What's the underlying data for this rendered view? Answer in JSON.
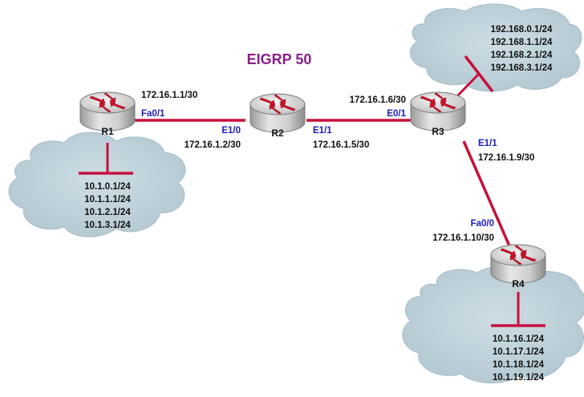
{
  "title": "EIGRP 50",
  "routers": {
    "r1": {
      "name": "R1"
    },
    "r2": {
      "name": "R2"
    },
    "r3": {
      "name": "R3"
    },
    "r4": {
      "name": "R4"
    }
  },
  "links": {
    "r1_r2": {
      "r1_ip": "172.16.1.1/30",
      "r1_iface": "Fa0/1",
      "r2_iface": "E1/0",
      "r2_ip": "172.16.1.2/30"
    },
    "r2_r3": {
      "r2_iface": "E1/1",
      "r2_ip": "172.16.1.5/30",
      "r3_ip": "172.16.1.6/30",
      "r3_iface": "E0/1"
    },
    "r3_r4": {
      "r3_iface": "E1/1",
      "r3_ip": "172.16.1.9/30",
      "r4_iface": "Fa0/0",
      "r4_ip": "172.16.1.10/30"
    }
  },
  "lans": {
    "r1": [
      "10.1.0.1/24",
      "10.1.1.1/24",
      "10.1.2.1/24",
      "10.1.3.1/24"
    ],
    "r3": [
      "192.168.0.1/24",
      "192.168.1.1/24",
      "192.168.2.1/24",
      "192.168.3.1/24"
    ],
    "r4": [
      "10.1.16.1/24",
      "10.1.17.1/24",
      "10.1.18.1/24",
      "10.1.19.1/24"
    ]
  },
  "colors": {
    "link": "#c8103c",
    "cloud": "#b9cdd6",
    "cloud_edge": "#9fb6c1",
    "router_body": "#d8d8d8",
    "router_arrow": "#d8102c",
    "title": "#8a1f8a",
    "interface_label": "#1a1ab8"
  }
}
